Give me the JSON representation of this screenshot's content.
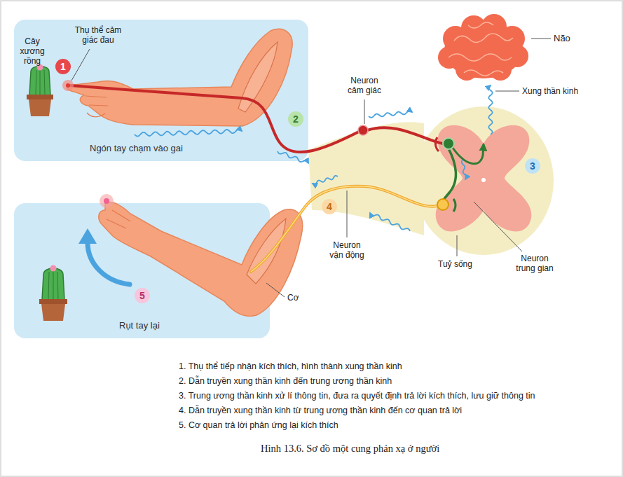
{
  "diagram": {
    "caption": "Hình 13.6. Sơ đồ một cung phản xạ ở người",
    "nodes": [
      {
        "text": [
          "Ngón tay chạm vào gai"
        ]
      },
      {
        "text": [
          "Rụt tay lại"
        ]
      }
    ],
    "labels": [
      "Cây xương rồng",
      "Thụ thể cảm giác đau",
      "1",
      "Neuron cảm giác",
      "Não",
      "Xung thần kinh",
      "2",
      "3",
      "4",
      "Neuron vận động",
      "Tuỷ sống",
      "Neuron trung gian",
      "Cơ",
      "5",
      "1. Thụ thể tiếp nhận kích thích, hình thành xung thần kinh",
      "2. Dẫn truyền xung thần kinh đến trung ương thần kinh",
      "3. Trung ương thần kinh xử lí thông tin, đưa ra quyết định trả lời kích thích, lưu giữ thông tin",
      "4. Dẫn truyền xung thần kinh từ trung ương thần kinh đến cơ quan trả lời",
      "5. Cơ quan trả lời phản ứng lại kích thích"
    ]
  }
}
